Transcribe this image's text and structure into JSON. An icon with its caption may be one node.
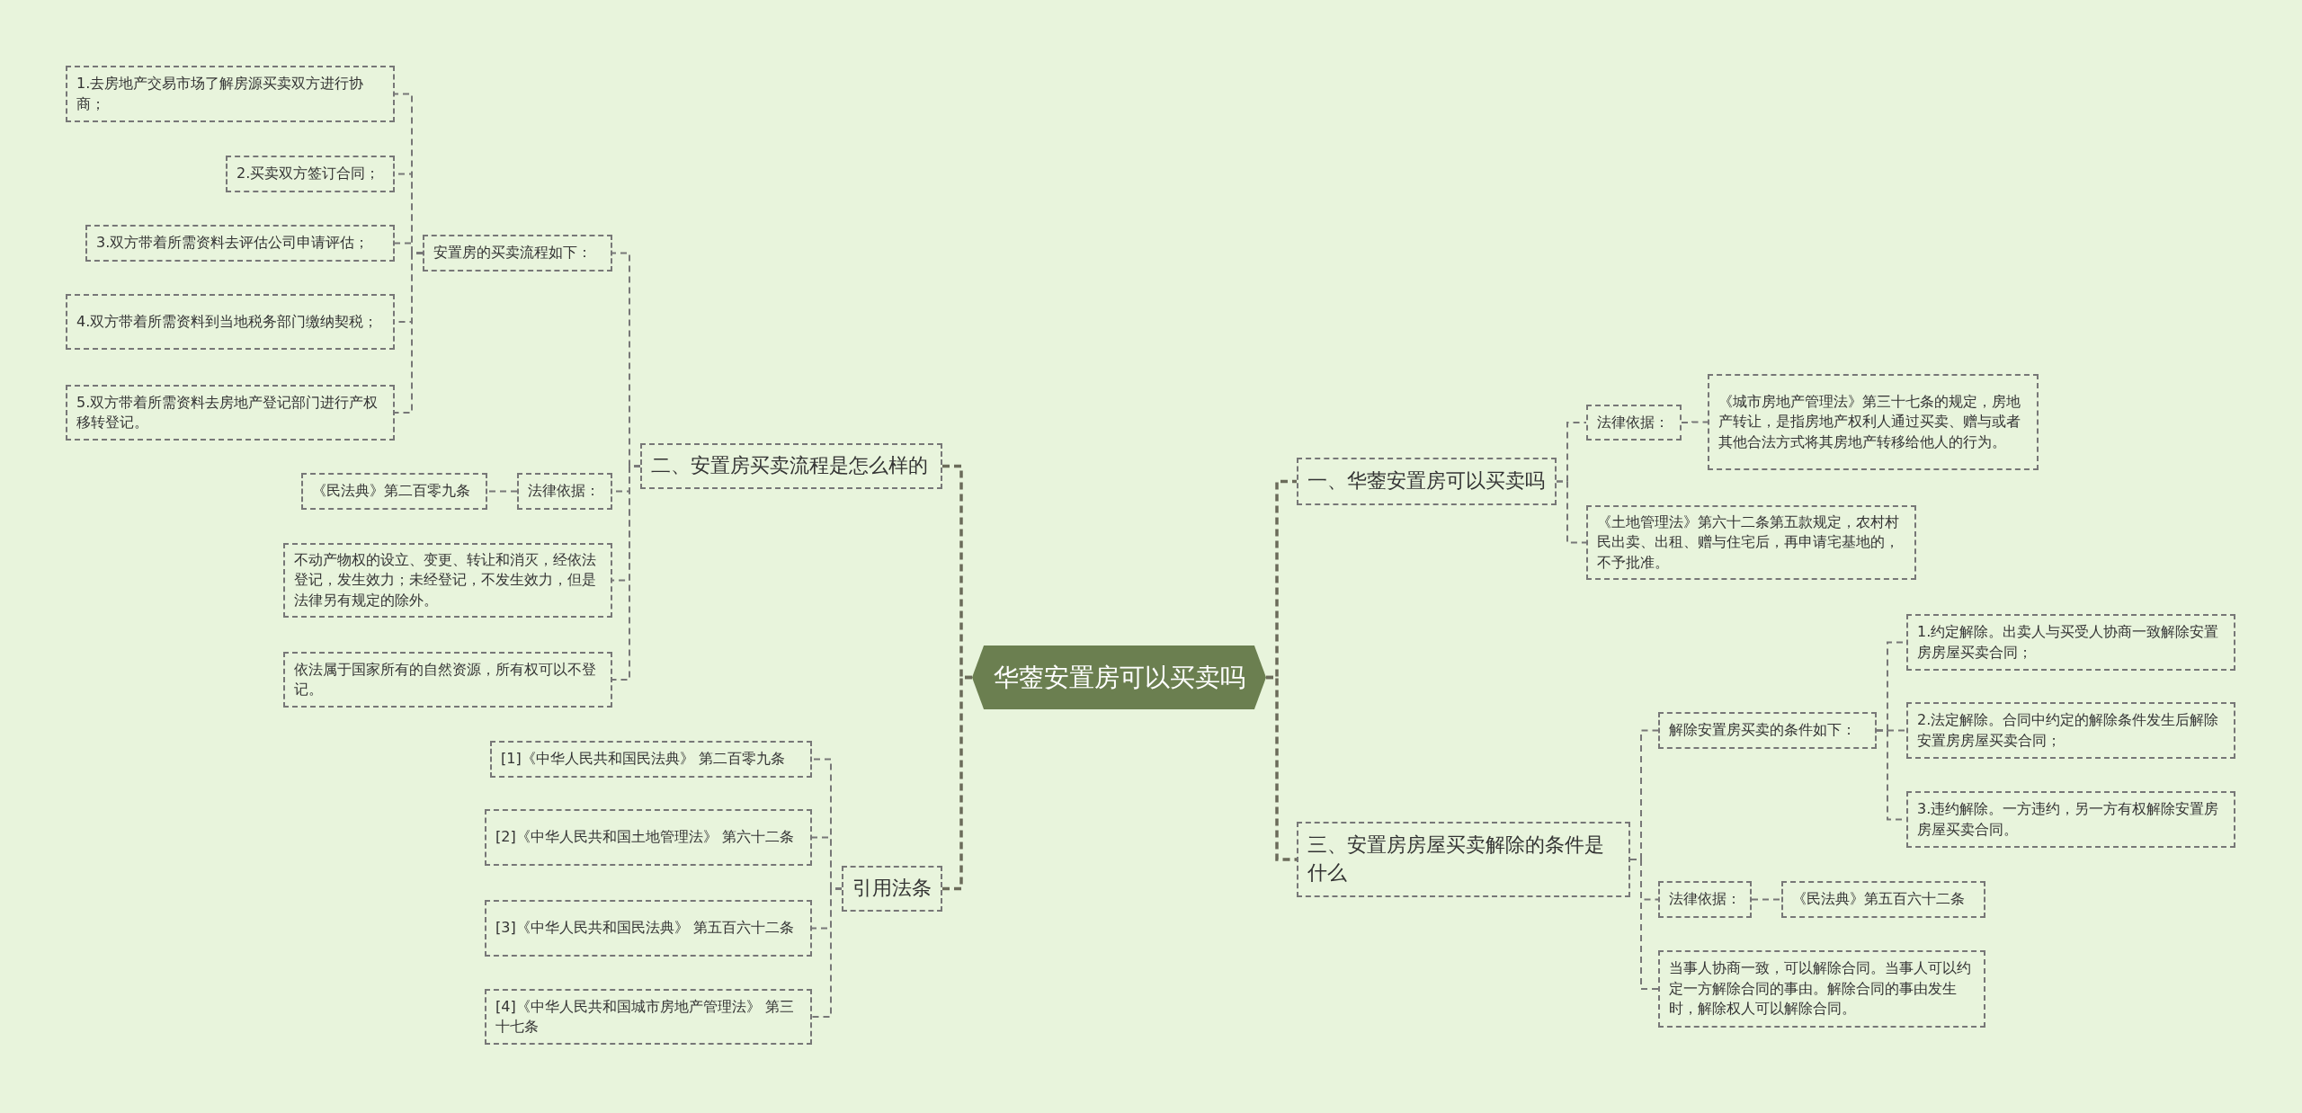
{
  "diagram": {
    "nodes": [
      {
        "text": [
          "华蓥安置房可以买卖吗"
        ]
      },
      {
        "text": [
          "一、华蓥安置房可以买卖吗"
        ]
      },
      {
        "text": [
          "法律依据："
        ]
      },
      {
        "text": [
          "《城市房地产管理法》第三十七条的规定，房地产转让，是指房地产权利人通过买卖、赠与或者其他合法方式将其房地产转移给他人的行为。"
        ]
      },
      {
        "text": [
          "《土地管理法》第六十二条第五款规定，农村村民出卖、出租、赠与住宅后，再申请宅基地的，不予批准。"
        ]
      },
      {
        "text": [
          "三、安置房房屋买卖解除的条件是什么"
        ]
      },
      {
        "text": [
          "解除安置房买卖的条件如下："
        ]
      },
      {
        "text": [
          "1.约定解除。出卖人与买受人协商一致解除安置房房屋买卖合同；"
        ]
      },
      {
        "text": [
          "2.法定解除。合同中约定的解除条件发生后解除安置房房屋买卖合同；"
        ]
      },
      {
        "text": [
          "3.违约解除。一方违约，另一方有权解除安置房房屋买卖合同。"
        ]
      },
      {
        "text": [
          "法律依据："
        ]
      },
      {
        "text": [
          "《民法典》第五百六十二条"
        ]
      },
      {
        "text": [
          "当事人协商一致，可以解除合同。当事人可以约定一方解除合同的事由。解除合同的事由发生时，解除权人可以解除合同。"
        ]
      },
      {
        "text": [
          "二、安置房买卖流程是怎么样的"
        ]
      },
      {
        "text": [
          "安置房的买卖流程如下："
        ]
      },
      {
        "text": [
          "1.去房地产交易市场了解房源买卖双方进行协商；"
        ]
      },
      {
        "text": [
          "2.买卖双方签订合同；"
        ]
      },
      {
        "text": [
          "3.双方带着所需资料去评估公司申请评估；"
        ]
      },
      {
        "text": [
          "4.双方带着所需资料到当地税务部门缴纳契税；"
        ]
      },
      {
        "text": [
          "5.双方带着所需资料去房地产登记部门进行产权移转登记。"
        ]
      },
      {
        "text": [
          "法律依据："
        ]
      },
      {
        "text": [
          "《民法典》第二百零九条"
        ]
      },
      {
        "text": [
          "不动产物权的设立、变更、转让和消灭，经依法登记，发生效力；未经登记，不发生效力，但是法律另有规定的除外。"
        ]
      },
      {
        "text": [
          "依法属于国家所有的自然资源，所有权可以不登记。"
        ]
      },
      {
        "text": [
          "引用法条"
        ]
      },
      {
        "text": [
          "[1]《中华人民共和国民法典》 第二百零九条"
        ]
      },
      {
        "text": [
          "[2]《中华人民共和国土地管理法》 第六十二条"
        ]
      },
      {
        "text": [
          "[3]《中华人民共和国民法典》 第五百六十二条"
        ]
      },
      {
        "text": [
          "[4]《中华人民共和国城市房地产管理法》 第三十七条"
        ]
      }
    ],
    "edges": [
      {
        "from": 0,
        "to": 1,
        "arrow": "none",
        "style": "dashed"
      },
      {
        "from": 1,
        "to": 2,
        "arrow": "none",
        "style": "dashed"
      },
      {
        "from": 2,
        "to": 3,
        "arrow": "none",
        "style": "dashed"
      },
      {
        "from": 1,
        "to": 4,
        "arrow": "none",
        "style": "dashed"
      },
      {
        "from": 0,
        "to": 5,
        "arrow": "none",
        "style": "dashed"
      },
      {
        "from": 5,
        "to": 6,
        "arrow": "none",
        "style": "dashed"
      },
      {
        "from": 6,
        "to": 7,
        "arrow": "none",
        "style": "dashed"
      },
      {
        "from": 6,
        "to": 8,
        "arrow": "none",
        "style": "dashed"
      },
      {
        "from": 6,
        "to": 9,
        "arrow": "none",
        "style": "dashed"
      },
      {
        "from": 5,
        "to": 10,
        "arrow": "none",
        "style": "dashed"
      },
      {
        "from": 10,
        "to": 11,
        "arrow": "none",
        "style": "dashed"
      },
      {
        "from": 5,
        "to": 12,
        "arrow": "none",
        "style": "dashed"
      },
      {
        "from": 0,
        "to": 13,
        "arrow": "none",
        "style": "dashed"
      },
      {
        "from": 13,
        "to": 14,
        "arrow": "none",
        "style": "dashed"
      },
      {
        "from": 14,
        "to": 15,
        "arrow": "none",
        "style": "dashed"
      },
      {
        "from": 14,
        "to": 16,
        "arrow": "none",
        "style": "dashed"
      },
      {
        "from": 14,
        "to": 17,
        "arrow": "none",
        "style": "dashed"
      },
      {
        "from": 14,
        "to": 18,
        "arrow": "none",
        "style": "dashed"
      },
      {
        "from": 14,
        "to": 19,
        "arrow": "none",
        "style": "dashed"
      },
      {
        "from": 13,
        "to": 20,
        "arrow": "none",
        "style": "dashed"
      },
      {
        "from": 20,
        "to": 21,
        "arrow": "none",
        "style": "dashed"
      },
      {
        "from": 13,
        "to": 22,
        "arrow": "none",
        "style": "dashed"
      },
      {
        "from": 13,
        "to": 23,
        "arrow": "none",
        "style": "dashed"
      },
      {
        "from": 0,
        "to": 24,
        "arrow": "none",
        "style": "dashed"
      },
      {
        "from": 24,
        "to": 25,
        "arrow": "none",
        "style": "dashed"
      },
      {
        "from": 24,
        "to": 26,
        "arrow": "none",
        "style": "dashed"
      },
      {
        "from": 24,
        "to": 27,
        "arrow": "none",
        "style": "dashed"
      },
      {
        "from": 24,
        "to": 28,
        "arrow": "none",
        "style": "dashed"
      }
    ]
  }
}
